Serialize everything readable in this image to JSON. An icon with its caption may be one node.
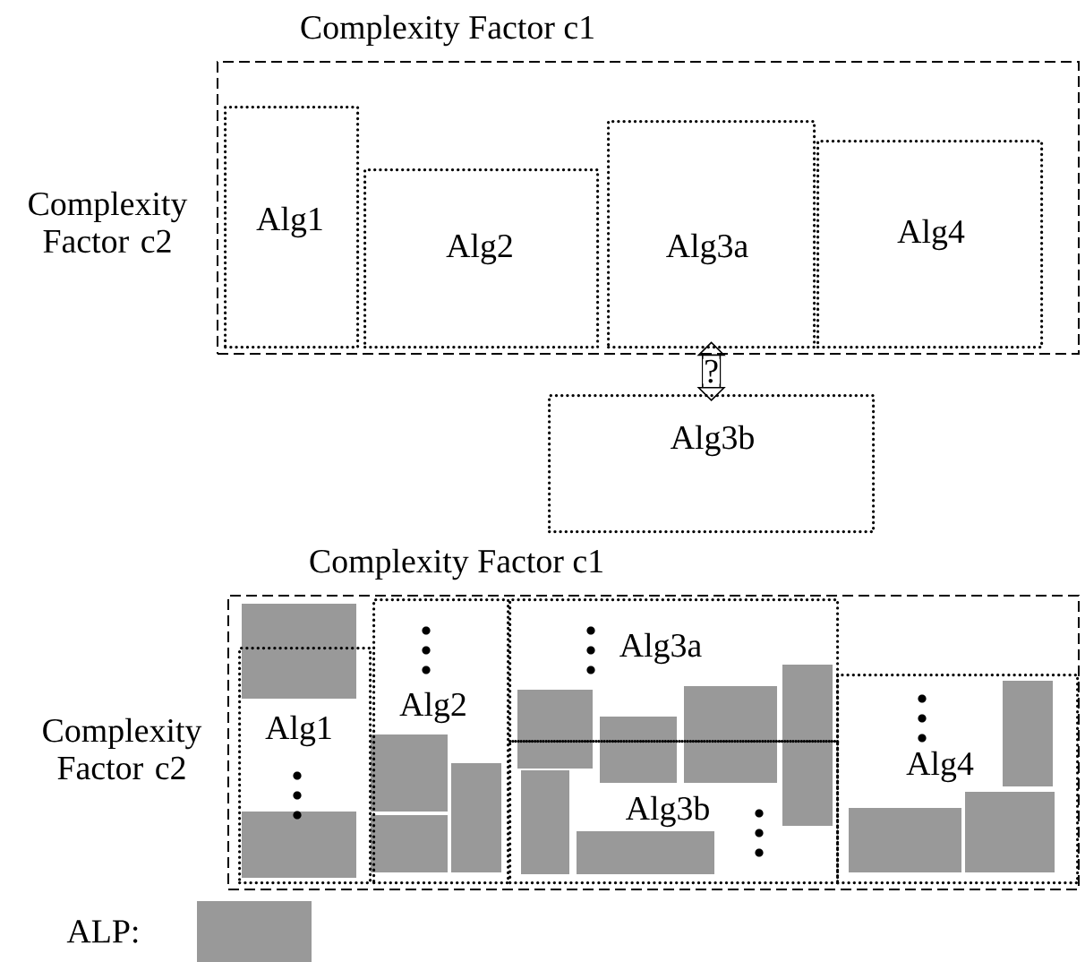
{
  "diagram": {
    "nodes": [
      {
        "text": [
          "Complexity Factor c1"
        ],
        "beside": [
          "Complexity Factor c2"
        ]
      },
      {
        "text": [
          "Alg1"
        ],
        "in": 0
      },
      {
        "text": [
          "Alg2"
        ],
        "in": 0
      },
      {
        "text": [
          "Alg3a"
        ],
        "in": 0
      },
      {
        "text": [
          "Alg4"
        ],
        "in": 0
      },
      {
        "text": [
          "Alg3b"
        ]
      },
      {
        "text": [
          "Complexity Factor c1"
        ],
        "beside": [
          "Complexity Factor c2"
        ]
      },
      {
        "text": [
          "Alg1"
        ],
        "in": 6
      },
      {
        "text": [
          "Alg2"
        ],
        "in": 6
      },
      {
        "text": [
          "Alg3a"
        ],
        "in": 6
      },
      {
        "text": [
          "Alg3b"
        ],
        "in": 6
      },
      {
        "text": [
          "Alg4"
        ],
        "in": 6
      }
    ],
    "edges": [
      {
        "from": 3,
        "to": 5,
        "arrow": "both",
        "label": "?"
      }
    ],
    "legend": [
      {
        "text": "ALP:",
        "color": "#999999"
      }
    ]
  }
}
